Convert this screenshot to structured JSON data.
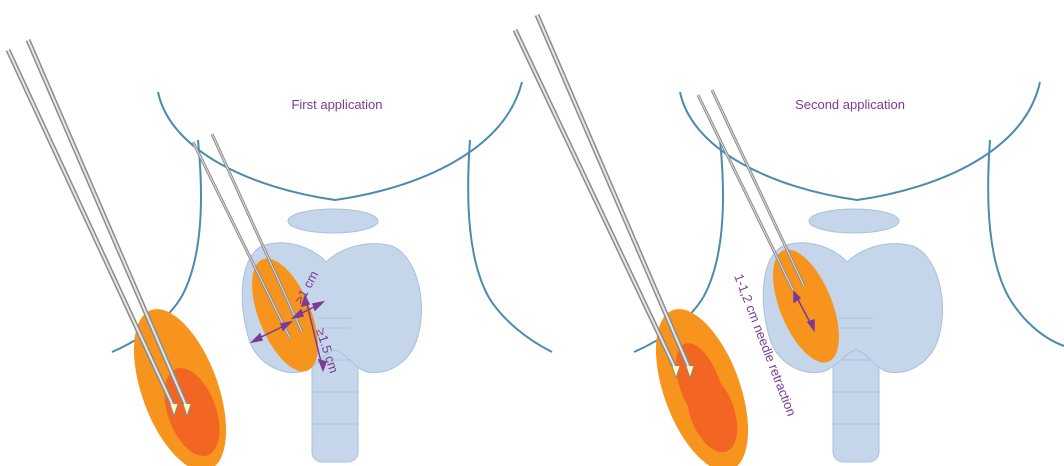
{
  "panels": [
    {
      "title": "First application",
      "annotations": {
        "ablation_width": "≥1 cm",
        "ablation_length": "≥1.5 cm"
      }
    },
    {
      "title": "Second application",
      "annotations": {
        "needle_retraction": "1-1,2 cm needle retraction"
      }
    }
  ],
  "colors": {
    "outline": "#4a8bb0",
    "thyroid": "#c5d6ea",
    "thyroid_stroke": "#a8c0dd",
    "ablation_outer": "#f6941d",
    "ablation_inner": "#f26522",
    "needle": "#8c8c8c",
    "label": "#7a3b96"
  }
}
